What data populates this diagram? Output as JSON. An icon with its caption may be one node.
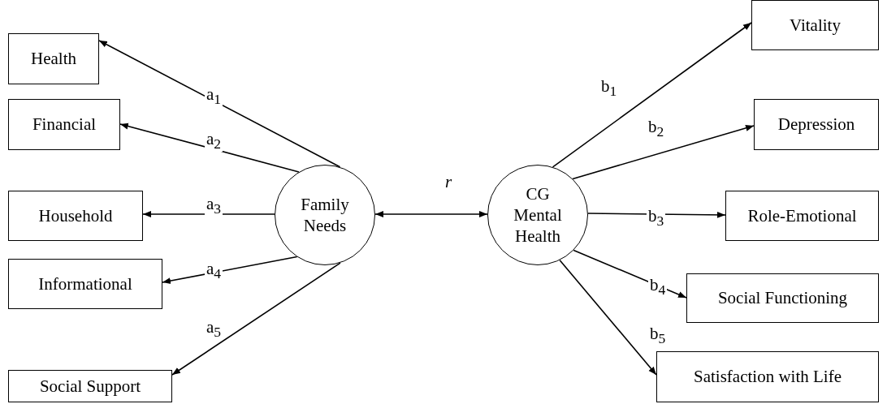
{
  "diagram": {
    "nodes": [
      {
        "text": [
          "Health"
        ]
      },
      {
        "text": [
          "Financial"
        ]
      },
      {
        "text": [
          "Household"
        ]
      },
      {
        "text": [
          "Informational"
        ]
      },
      {
        "text": [
          "Social Support"
        ]
      },
      {
        "text": [
          "Family Needs"
        ]
      },
      {
        "text": [
          "CG Mental Health"
        ]
      },
      {
        "text": [
          "Vitality"
        ]
      },
      {
        "text": [
          "Depression"
        ]
      },
      {
        "text": [
          "Role-Emotional"
        ]
      },
      {
        "text": [
          "Social Functioning"
        ]
      },
      {
        "text": [
          "Satisfaction with Life"
        ]
      }
    ],
    "edges": [
      {
        "from": 5,
        "to": 0,
        "arrow": "to",
        "label": "a$_{1}$"
      },
      {
        "from": 5,
        "to": 1,
        "arrow": "to",
        "label": "a$_{2}$"
      },
      {
        "from": 5,
        "to": 2,
        "arrow": "to",
        "label": "a$_{3}$"
      },
      {
        "from": 5,
        "to": 3,
        "arrow": "to",
        "label": "a$_{4}$"
      },
      {
        "from": 5,
        "to": 4,
        "arrow": "to",
        "label": "a$_{5}$"
      },
      {
        "from": 5,
        "to": 6,
        "arrow": "both",
        "label": "r"
      },
      {
        "from": 6,
        "to": 7,
        "arrow": "to",
        "label": "b$_{1}$"
      },
      {
        "from": 6,
        "to": 8,
        "arrow": "to",
        "label": "b$_{2}$"
      },
      {
        "from": 6,
        "to": 9,
        "arrow": "to",
        "label": "b$_{3}$"
      },
      {
        "from": 6,
        "to": 10,
        "arrow": "to",
        "label": "b$_{4}$"
      },
      {
        "from": 6,
        "to": 11,
        "arrow": "to",
        "label": "b$_{5}$"
      }
    ]
  }
}
